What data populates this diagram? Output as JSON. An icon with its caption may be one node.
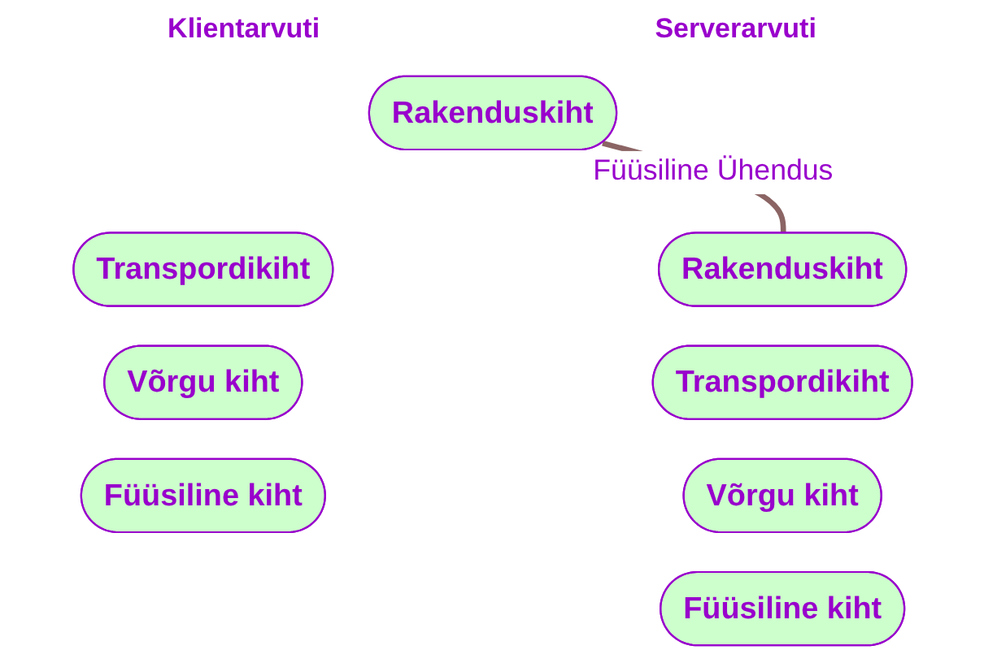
{
  "diagram": {
    "nodes": [
      {
        "text": [
          "Rakenduskiht"
        ]
      },
      {
        "text": [
          "Transpordikiht"
        ]
      },
      {
        "text": [
          "Võrgu kiht"
        ]
      },
      {
        "text": [
          "Füüsiline kiht"
        ]
      },
      {
        "text": [
          "Rakenduskiht"
        ]
      },
      {
        "text": [
          "Transpordikiht"
        ]
      },
      {
        "text": [
          "Võrgu kiht"
        ]
      },
      {
        "text": [
          "Füüsiline kiht"
        ]
      }
    ],
    "edges": [
      {
        "from": 0,
        "to": 4,
        "arrow": "none",
        "label": "Füüsiline Ühendus",
        "color": "#8b6464"
      }
    ],
    "labels": [
      "Klientarvuti",
      "Serverarvuti"
    ]
  }
}
